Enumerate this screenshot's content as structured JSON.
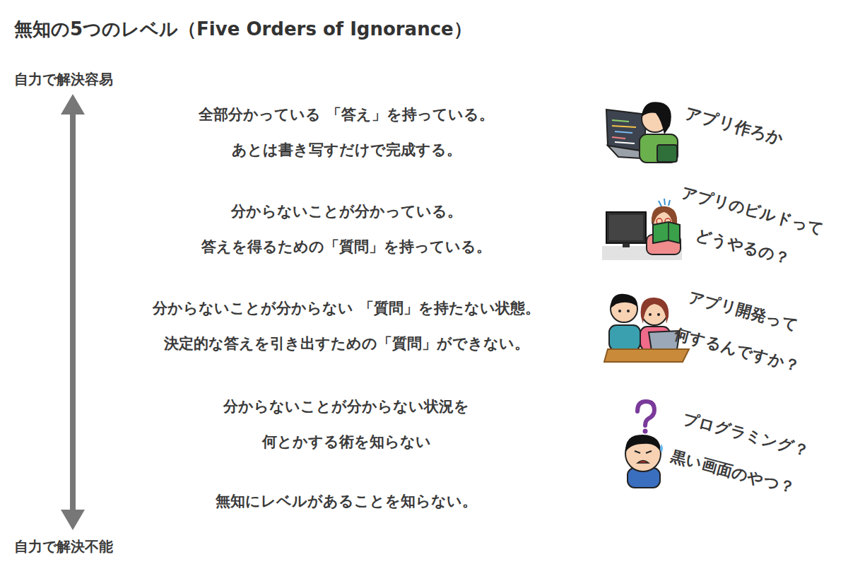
{
  "diagram": {
    "title": "無知の5つのレベル（Five Orders of Ignorance）",
    "labels": [
      "自力で解決容易",
      "全部分かっている 「答え」を持っている。",
      "あとは書き写すだけで完成する。",
      "アプリ作ろか",
      "分からないことが分かっている。",
      "答えを得るための「質問」を持っている。",
      "アプリのビルドって",
      "どうやるの？",
      "分からないことが分からない 「質問」を持たない状態。",
      "決定的な答えを引き出すための「質問」ができない。",
      "アプリ開発って",
      "何するんですか？",
      "分からないことが分からない状況を",
      "何とかする術を知らない",
      "プログラミング？",
      "黒い画面のやつ？",
      "無知にレベルがあることを知らない。",
      "自力で解決不能"
    ]
  }
}
